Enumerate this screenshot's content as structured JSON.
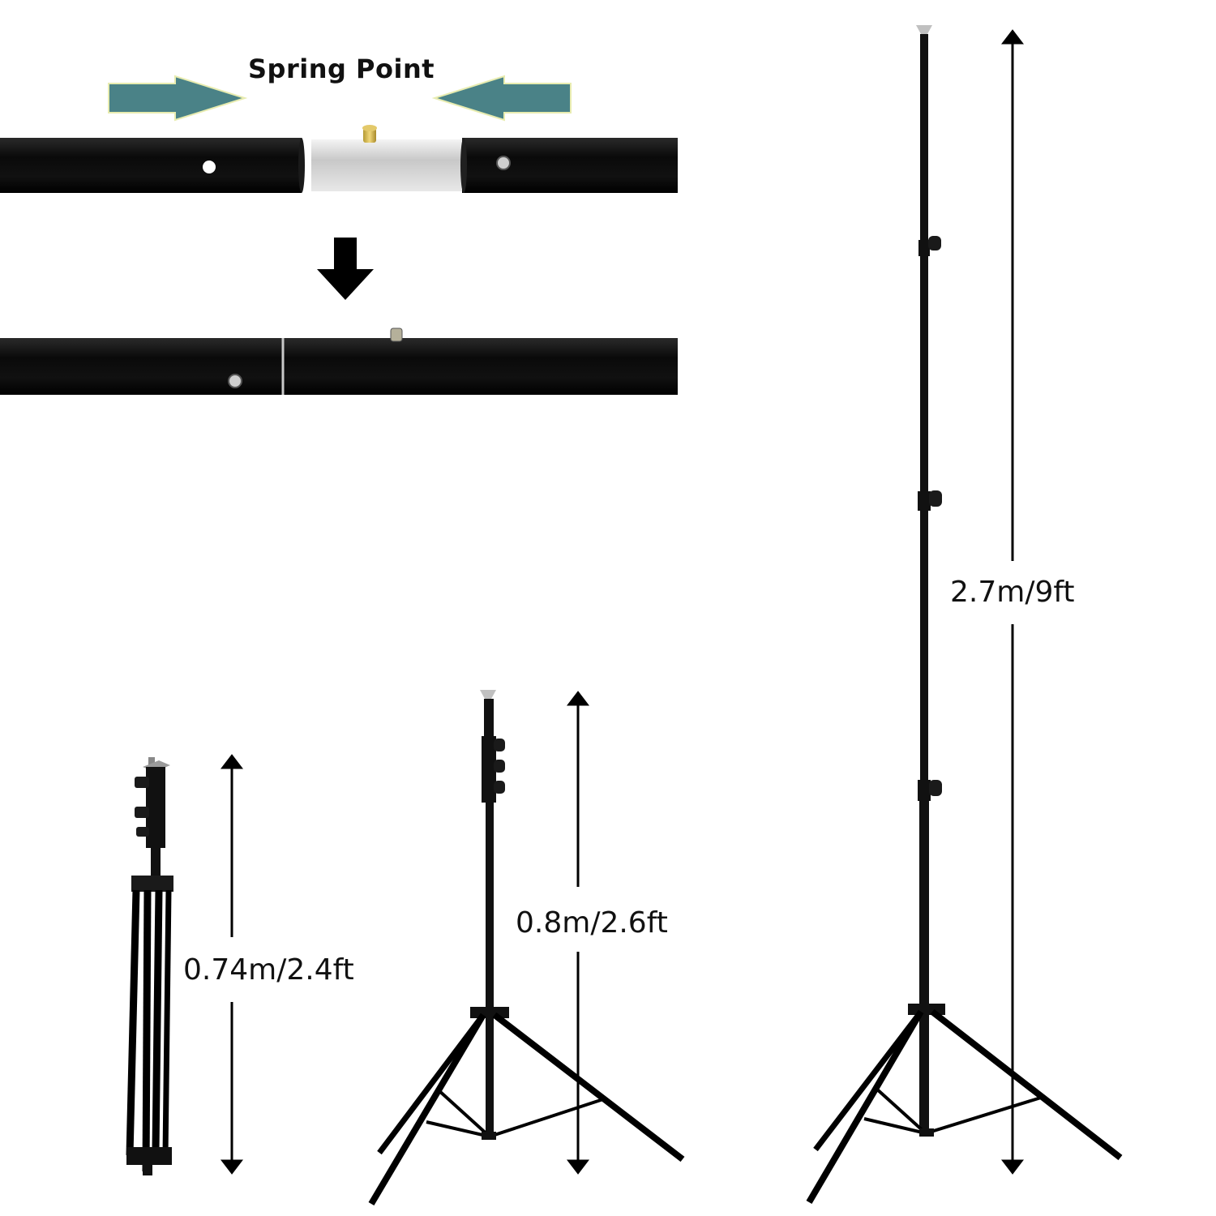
{
  "spring_point": {
    "title": "Spring Point",
    "arrow_color": "#4a8287",
    "arrow_outline": "#e8ecb0"
  },
  "dimensions": {
    "folded": "0.74m/2.4ft",
    "min_height": "0.8m/2.6ft",
    "max_height": "2.7m/9ft"
  },
  "colors": {
    "tube": "#0d0d0d",
    "sleeve": "#d9d9d9",
    "spring_pin": "#c9b04a"
  }
}
